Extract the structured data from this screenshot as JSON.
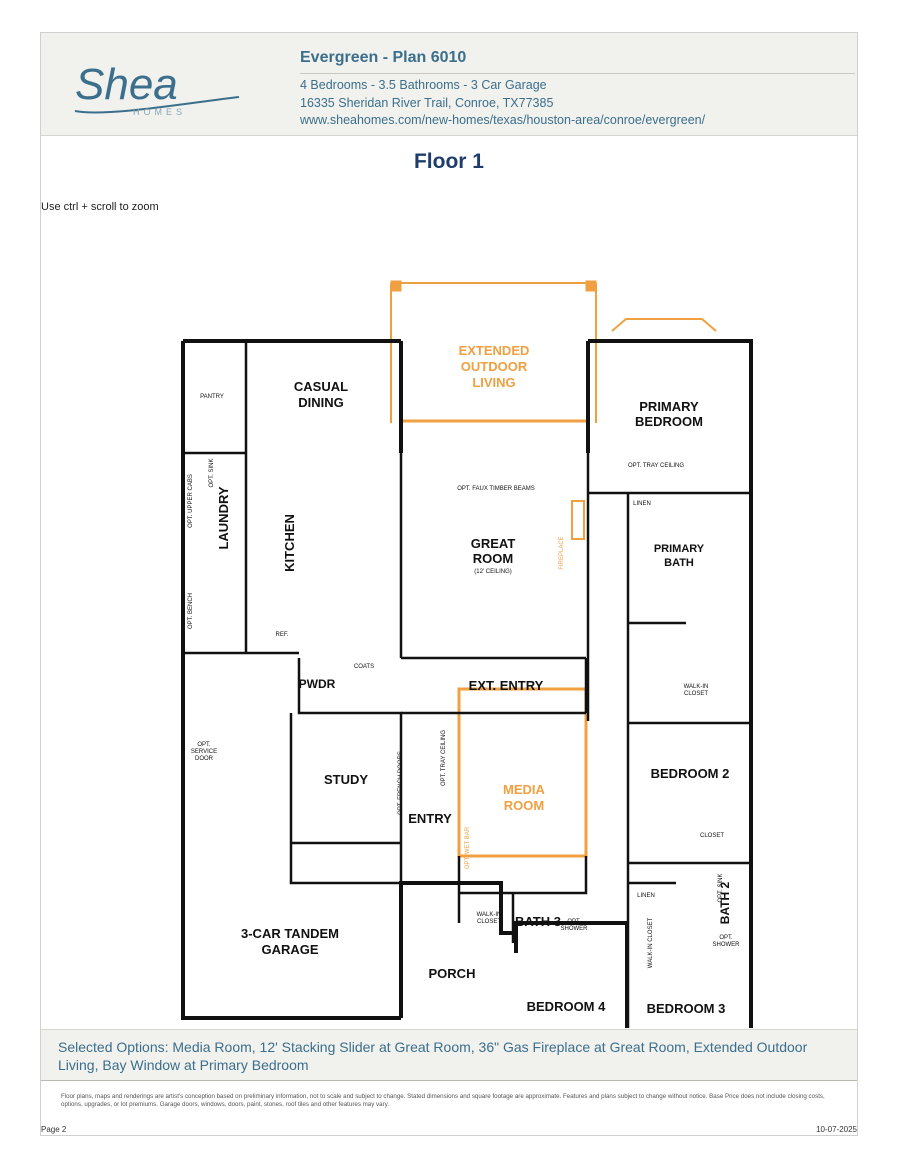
{
  "header": {
    "logo_text": "Shea",
    "logo_subtext": "HOMES",
    "plan_title": "Evergreen - Plan 6010",
    "specs": "4 Bedrooms - 3.5 Bathrooms - 3 Car Garage",
    "address": "16335 Sheridan River Trail, Conroe, TX77385",
    "url": "www.sheahomes.com/new-homes/texas/houston-area/conroe/evergreen/"
  },
  "floor_title": "Floor 1",
  "zoom_hint": "Use ctrl + scroll to zoom",
  "floorplan": {
    "rooms": {
      "casual_dining_1": "CASUAL",
      "casual_dining_2": "DINING",
      "extended_outdoor_1": "EXTENDED",
      "extended_outdoor_2": "OUTDOOR",
      "extended_outdoor_3": "LIVING",
      "primary_bedroom_1": "PRIMARY",
      "primary_bedroom_2": "BEDROOM",
      "pantry": "PANTRY",
      "laundry": "LAUNDRY",
      "kitchen": "KITCHEN",
      "great_room_1": "GREAT",
      "great_room_2": "ROOM",
      "great_room_ceiling": "(12' CEILING)",
      "primary_bath_1": "PRIMARY",
      "primary_bath_2": "BATH",
      "linen_1": "LINEN",
      "walkin_closet_1": "WALK-IN",
      "walkin_closet_2": "CLOSET",
      "pwdr": "PWDR",
      "coats": "COATS",
      "ext_entry": "EXT. ENTRY",
      "study": "STUDY",
      "entry": "ENTRY",
      "media_room_1": "MEDIA",
      "media_room_2": "ROOM",
      "bedroom_2": "BEDROOM 2",
      "closet": "CLOSET",
      "bath_2": "BATH 2",
      "linen_2": "LINEN",
      "garage_1": "3-CAR TANDEM",
      "garage_2": "GARAGE",
      "bath_3": "BATH 3",
      "walkin_closet_b3_1": "WALK-IN",
      "walkin_closet_b3_2": "CLOSET",
      "porch": "PORCH",
      "bedroom_4": "BEDROOM 4",
      "bedroom_3": "BEDROOM 3",
      "walkin_closet_b4": "WALK-IN CLOSET"
    },
    "notes": {
      "opt_tray_ceiling_primary": "OPT. TRAY CEILING",
      "opt_faux_timber": "OPT. FAUX TIMBER BEAMS",
      "fireplace": "FIREPLACE",
      "opt_upper_cabs": "OPT. UPPER CABS",
      "opt_sink_laundry": "OPT. SINK",
      "opt_bench": "OPT. BENCH",
      "ref": "REF.",
      "opt_service_door_1": "OPT.",
      "opt_service_door_2": "SERVICE",
      "opt_service_door_3": "DOOR",
      "opt_french_doors": "OPT. FRENCH DOORS",
      "opt_tray_ceiling_entry": "OPT. TRAY CEILING",
      "opt_wet_bar": "OPT. WET BAR",
      "opt_shower_bath3_1": "OPT.",
      "opt_shower_bath3_2": "SHOWER",
      "opt_sink_bath2": "OPT. SINK",
      "opt_shower_bath2_1": "OPT.",
      "opt_shower_bath2_2": "SHOWER"
    }
  },
  "selected_options": "Selected Options: Media Room, 12' Stacking Slider at Great Room, 36\" Gas Fireplace at Great Room, Extended Outdoor Living, Bay Window at Primary Bedroom",
  "disclaimer": "Floor plans, maps and renderings are artist's conception based on preliminary information, not to scale and subject to change. Stated dimensions and square footage are approximate. Features and plans subject to change without notice. Base Price does not include closing costs, options, upgrades, or lot premiums. Garage doors, windows, doors, paint, stones, roof tiles and other features may vary.",
  "footer": {
    "page": "Page 2",
    "date": "10-07-2025"
  },
  "colors": {
    "brand_blue": "#3b6f8c",
    "title_navy": "#1f3d6b",
    "option_orange": "#f0a040",
    "wall": "#111111"
  }
}
